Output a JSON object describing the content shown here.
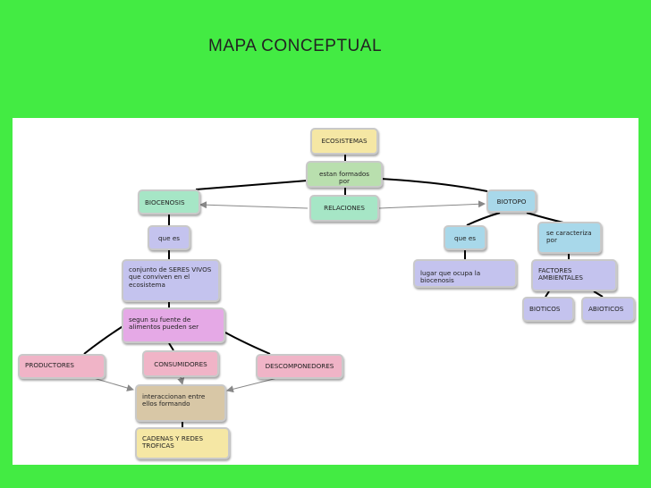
{
  "title": "MAPA CONCEPTUAL",
  "nodes": {
    "ecosistemas": "ECOSISTEMAS",
    "estan_formados_por": "estan formados por",
    "biocenosis": "BIOCENOSIS",
    "relaciones": "RELACIONES",
    "biotopo": "BIOTOPO",
    "que_es_left": "que es",
    "que_es_right": "que es",
    "se_caracteriza_por": "se caracteriza por",
    "conjunto": "conjunto de SERES VIVOS que conviven en el ecosistema",
    "lugar": "lugar que ocupa la biocenosis",
    "factores": "FACTORES AMBIENTALES",
    "bioticos": "BIOTICOS",
    "abioticos": "ABIOTICOS",
    "segun_fuente": "segun su fuente de alimentos pueden ser",
    "productores": "PRODUCTORES",
    "consumidores": "CONSUMIDORES",
    "descomponedores": "DESCOMPONEDORES",
    "interaccionan": "interaccionan entre ellos formando",
    "cadenas": "CADENAS Y REDES TROFICAS"
  },
  "colors": {
    "background": "#43eb43",
    "panel": "#ffffff",
    "yellow": "#f5e7a4",
    "green": "#b9dfae",
    "teal": "#a6e6c6",
    "blue": "#a8d8ea",
    "lavender": "#c4c3ee",
    "pink": "#e5a9e6",
    "rose": "#f0b4c7",
    "tan": "#d8c7a6"
  }
}
